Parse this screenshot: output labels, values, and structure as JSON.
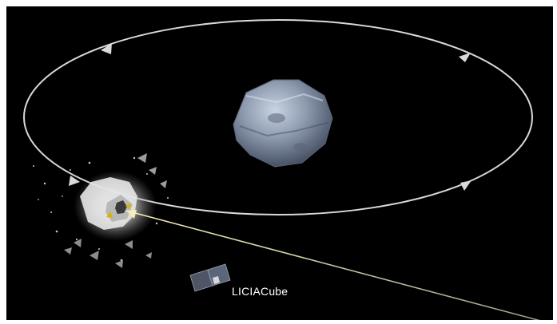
{
  "labels": {
    "cubesat": "LICIACube"
  },
  "icons": {
    "primary_body": "didymos-asteroid",
    "moon_body": "dimorphos-impact-debris",
    "spacecraft": "liciacube-satellite",
    "orbit_arrows": "orbit-direction-arrow",
    "trajectory": "dart-trajectory"
  },
  "colors": {
    "background": "#000000",
    "orbit": "#d9d9d9",
    "trajectory": "#f4eec0",
    "asteroid": "#8e9bb0",
    "label": "#ffffff"
  }
}
